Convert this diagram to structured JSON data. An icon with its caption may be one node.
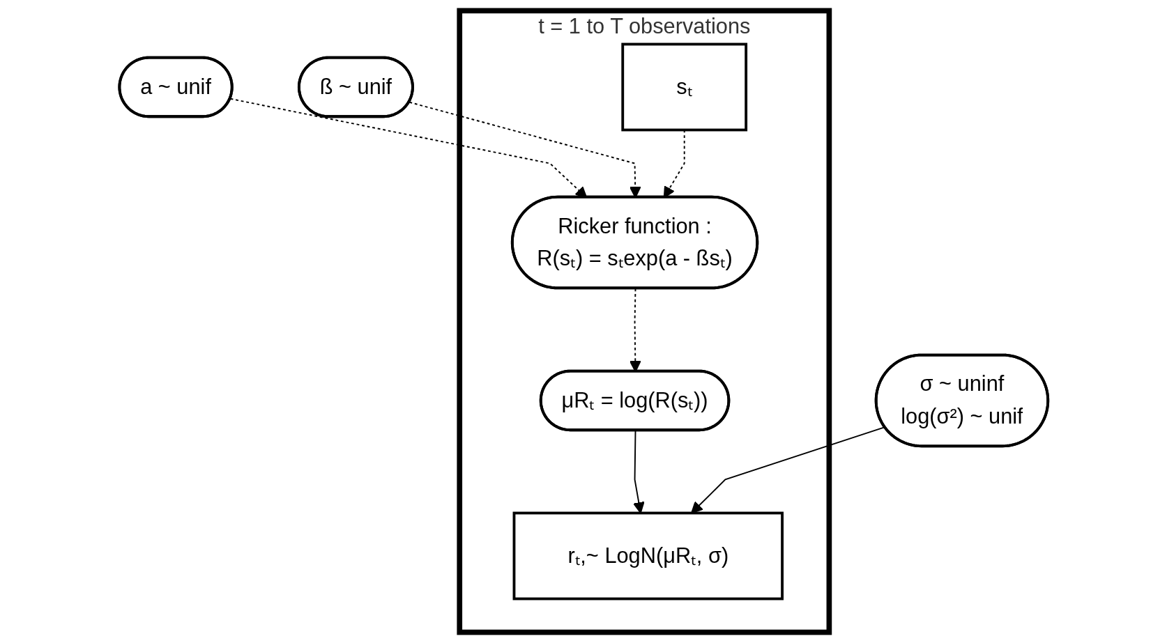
{
  "diagram": {
    "nodes": [
      {
        "text": [
          "a ~ unif"
        ]
      },
      {
        "text": [
          "ß ~ unif"
        ]
      },
      {
        "text": [
          "t = 1 to T observations"
        ]
      },
      {
        "text": [
          "Ricker function :",
          "R(sₜ) = sₜexp(a - ßsₜ)"
        ],
        "in": 2
      },
      {
        "text": [
          "sₜ"
        ],
        "in": 2
      },
      {
        "text": [
          "μRₜ = log(R(sₜ))"
        ],
        "in": 2
      },
      {
        "text": [
          "rₜ,~ LogN(μRₜ, σ)"
        ],
        "in": 2
      },
      {
        "text": [
          "σ ~ uninf",
          "log(σ²) ~ unif"
        ]
      }
    ],
    "edges": [
      {
        "from": 0,
        "to": 3,
        "arrow": "to",
        "style": "dashed"
      },
      {
        "from": 1,
        "to": 3,
        "arrow": "to",
        "style": "dashed"
      },
      {
        "from": 4,
        "to": 3,
        "arrow": "to",
        "style": "dashed"
      },
      {
        "from": 3,
        "to": 5,
        "arrow": "to",
        "style": "dashed"
      },
      {
        "from": 5,
        "to": 6,
        "arrow": "to"
      },
      {
        "from": 7,
        "to": 6,
        "arrow": "to"
      }
    ]
  }
}
